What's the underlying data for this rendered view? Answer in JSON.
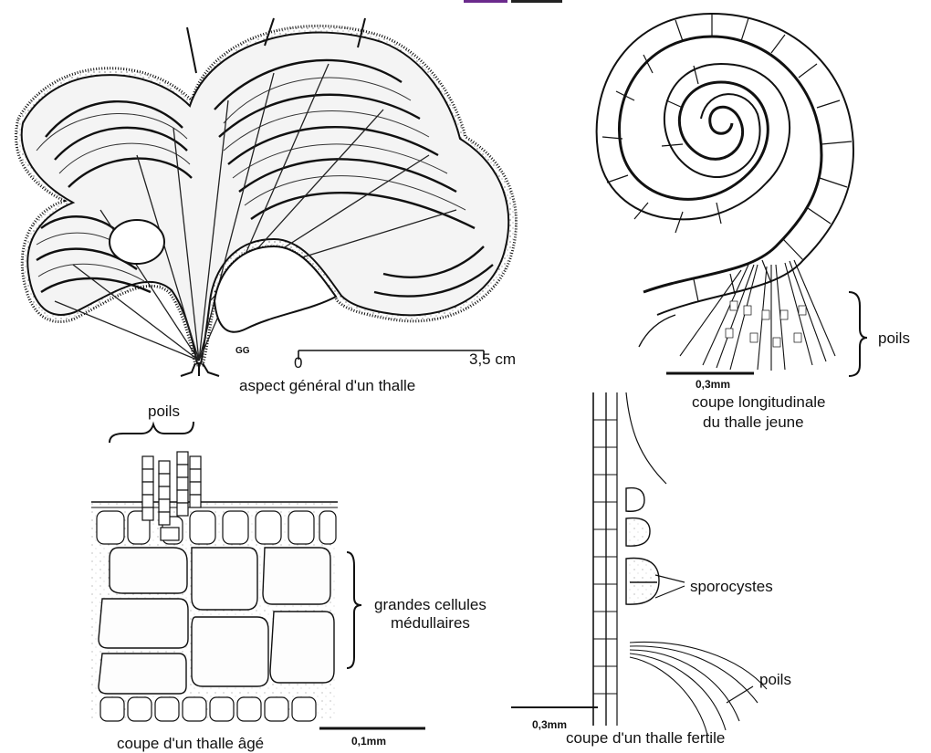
{
  "labels": {
    "poils_right": "poils",
    "scale_zero": "0",
    "scale_cm": "3,5 cm",
    "initials": "GG",
    "aspect_general": "aspect général d'un thalle",
    "poils_left": "poils",
    "scale_03_young": "0,3mm",
    "coupe_longitudinale_1": "coupe longitudinale",
    "coupe_longitudinale_2": "du thalle jeune",
    "grandes_cellules_1": "grandes cellules",
    "grandes_cellules_2": "médullaires",
    "sporocystes": "sporocystes",
    "poils_fertile": "poils",
    "scale_01": "0,1mm",
    "scale_03_fertile": "0,3mm",
    "coupe_thalle_age": "coupe d'un thalle âgé",
    "coupe_thalle_fertile": "coupe d'un thalle fertile"
  }
}
